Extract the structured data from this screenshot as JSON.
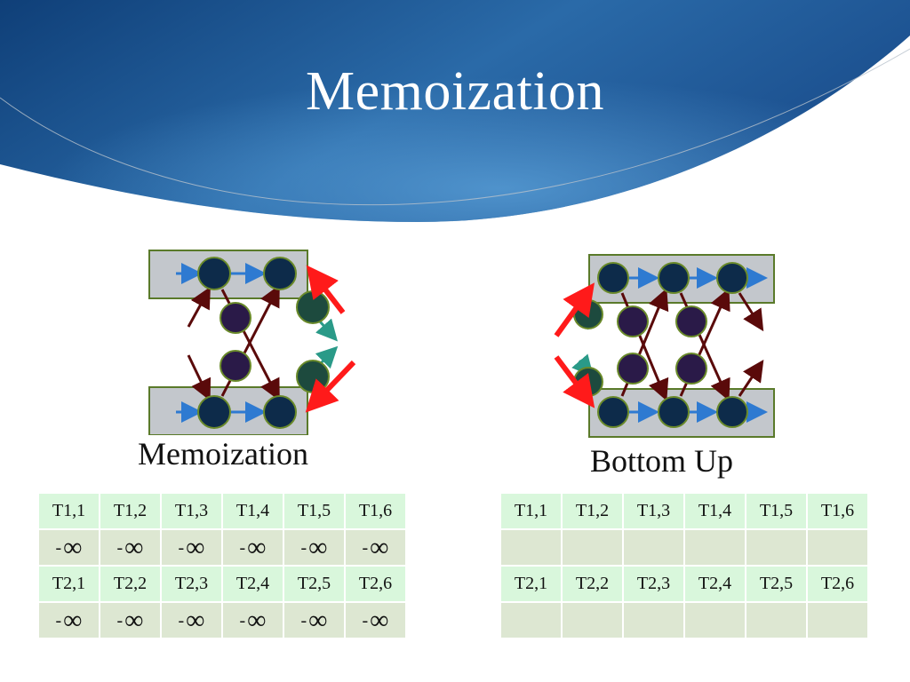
{
  "title": "Memoization",
  "captions": {
    "left": "Memoization",
    "right": "Bottom Up"
  },
  "colors": {
    "banner_dark": "#1a4f8c",
    "banner_light": "#3f86c4",
    "node_top": "#0d2b4a",
    "node_mid": "#2a1a48",
    "node_teal": "#1d4a3e",
    "arrow_blue": "#2e7ad1",
    "arrow_dark": "#5a0a0a",
    "arrow_red": "#ff1a1a",
    "arrow_teal": "#2a9a88",
    "lane_fill": "#c3c7cc",
    "table_head": "#d9f7dc",
    "table_value": "#dde7d2"
  },
  "tables": {
    "left": {
      "row1_headers": [
        "T1,1",
        "T1,2",
        "T1,3",
        "T1,4",
        "T1,5",
        "T1,6"
      ],
      "row1_values": [
        "-",
        "-",
        "-",
        "-",
        "-",
        "-"
      ],
      "row2_headers": [
        "T2,1",
        "T2,2",
        "T2,3",
        "T2,4",
        "T2,5",
        "T2,6"
      ],
      "row2_values": [
        "-",
        "-",
        "-",
        "-",
        "-",
        "-"
      ],
      "value_icon": "infinity-icon"
    },
    "right": {
      "row1_headers": [
        "T1,1",
        "T1,2",
        "T1,3",
        "T1,4",
        "T1,5",
        "T1,6"
      ],
      "row2_headers": [
        "T2,1",
        "T2,2",
        "T2,3",
        "T2,4",
        "T2,5",
        "T2,6"
      ]
    }
  }
}
